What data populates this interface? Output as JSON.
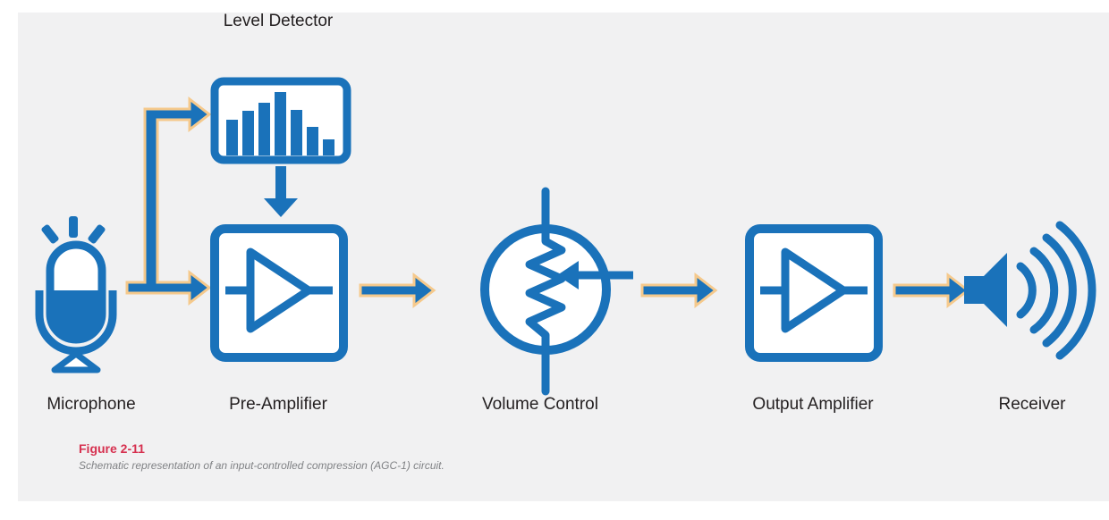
{
  "colors": {
    "blue": "#1a72ba",
    "arrow_outline": "#f5c98c",
    "panel_bg": "#f1f1f2",
    "caption_red": "#d6304f",
    "caption_gray": "#808285",
    "label_text": "#231f20"
  },
  "labels": {
    "level_detector": "Level Detector",
    "microphone": "Microphone",
    "pre_amplifier": "Pre-Amplifier",
    "volume_control": "Volume Control",
    "output_amplifier": "Output Amplifier",
    "receiver": "Receiver"
  },
  "icons": {
    "microphone": "microphone-icon",
    "level_detector": "bar-graph-icon",
    "pre_amplifier": "amplifier-triangle-icon",
    "volume_control": "variable-resistor-icon",
    "output_amplifier": "amplifier-triangle-icon",
    "receiver": "speaker-icon"
  },
  "caption": {
    "title": "Figure 2-11",
    "text": "Schematic representation of an input-controlled compression (AGC-1) circuit."
  }
}
